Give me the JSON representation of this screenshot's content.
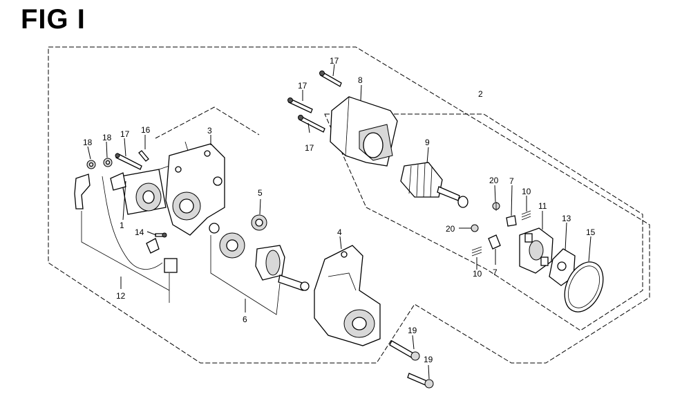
{
  "title": "FIG I",
  "callouts": {
    "c1": "1",
    "c2": "2",
    "c3": "3",
    "c4": "4",
    "c5": "5",
    "c6": "6",
    "c7a": "7",
    "c7b": "7",
    "c8": "8",
    "c9": "9",
    "c10a": "10",
    "c10b": "10",
    "c11": "11",
    "c12": "12",
    "c13": "13",
    "c14": "14",
    "c15": "15",
    "c16": "16",
    "c17a": "17",
    "c17b": "17",
    "c17c": "17",
    "c17d": "17",
    "c18a": "18",
    "c18b": "18",
    "c19a": "19",
    "c19b": "19",
    "c20a": "20",
    "c20b": "20"
  }
}
